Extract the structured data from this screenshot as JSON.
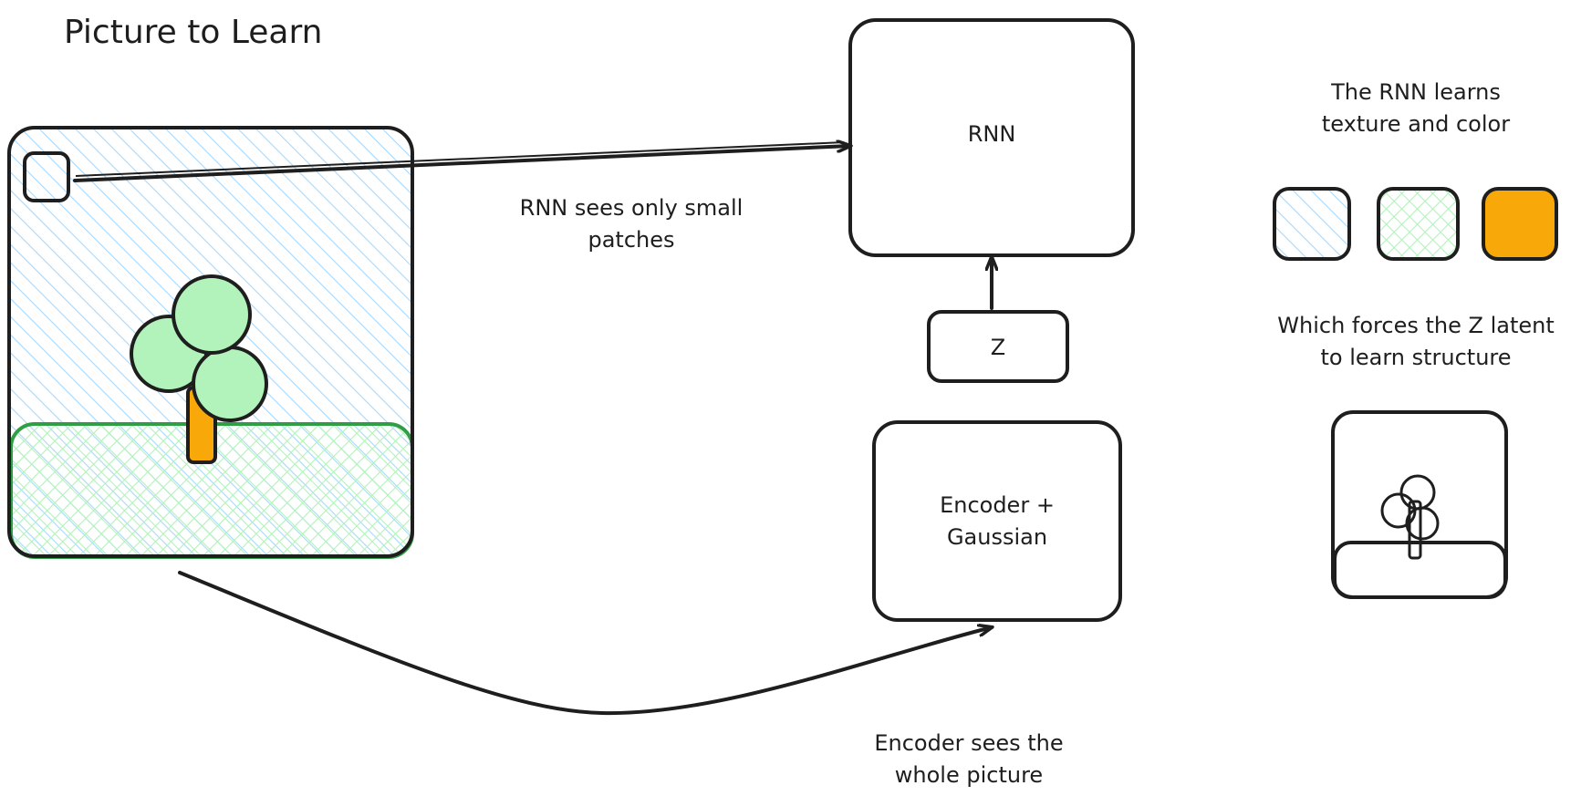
{
  "title": "Picture to Learn",
  "colors": {
    "ink": "#1e1e1e",
    "sky_hatch": "#a5d8ff",
    "grass_hatch": "#b2f2bb",
    "grass_border": "#2f9e44",
    "foliage": "#b2f2bb",
    "trunk": "#f9a80a"
  },
  "labels": {
    "rnn_box": "RNN",
    "z_box": "Z",
    "encoder_line1": "Encoder +",
    "encoder_line2": "Gaussian",
    "rnn_note_line1": "RNN sees only small",
    "rnn_note_line2": "patches",
    "encoder_note_line1": "Encoder sees the",
    "encoder_note_line2": "whole picture",
    "texture_note_line1": "The RNN learns",
    "texture_note_line2": "texture and color",
    "structure_note_line1": "Which forces the Z latent",
    "structure_note_line2": "to learn structure"
  },
  "swatches": [
    "sky-hatch",
    "grass-hatch",
    "solid-orange"
  ]
}
